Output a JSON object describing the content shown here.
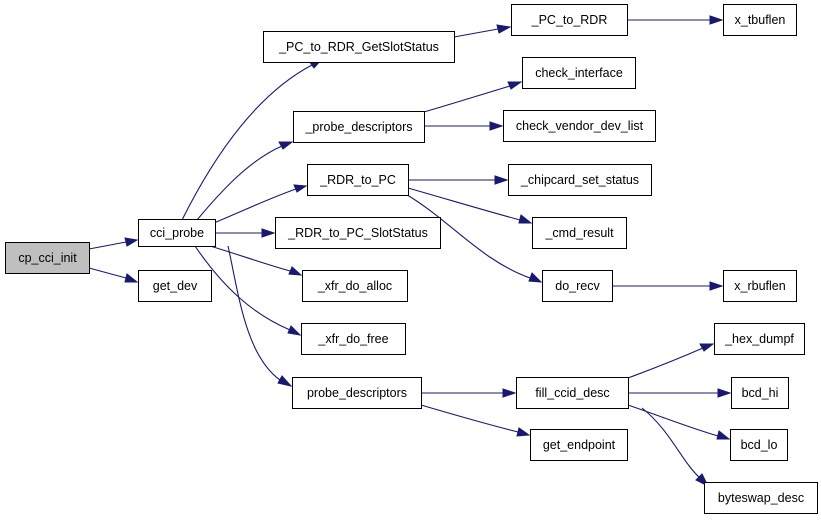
{
  "colors": {
    "edge": "#191970",
    "root_fill": "#bfbfbf",
    "node_fill": "#ffffff",
    "node_border": "#000000"
  },
  "nodes": {
    "cp_cci_init": "cp_cci_init",
    "cci_probe": "cci_probe",
    "get_dev": "get_dev",
    "pc_to_rdr_getslotstatus": "_PC_to_RDR_GetSlotStatus",
    "pc_to_rdr": "_PC_to_RDR",
    "x_tbuflen": "x_tbuflen",
    "probe_descriptors_u": "_probe_descriptors",
    "check_interface": "check_interface",
    "check_vendor_dev_list": "check_vendor_dev_list",
    "rdr_to_pc": "_RDR_to_PC",
    "chipcard_set_status": "_chipcard_set_status",
    "cmd_result": "_cmd_result",
    "do_recv": "do_recv",
    "x_rbuflen": "x_rbuflen",
    "rdr_to_pc_slotstatus": "_RDR_to_PC_SlotStatus",
    "xfr_do_alloc": "_xfr_do_alloc",
    "xfr_do_free": "_xfr_do_free",
    "probe_descriptors": "probe_descriptors",
    "fill_ccid_desc": "fill_ccid_desc",
    "get_endpoint": "get_endpoint",
    "hex_dumpf": "_hex_dumpf",
    "bcd_hi": "bcd_hi",
    "bcd_lo": "bcd_lo",
    "byteswap_desc": "byteswap_desc"
  }
}
